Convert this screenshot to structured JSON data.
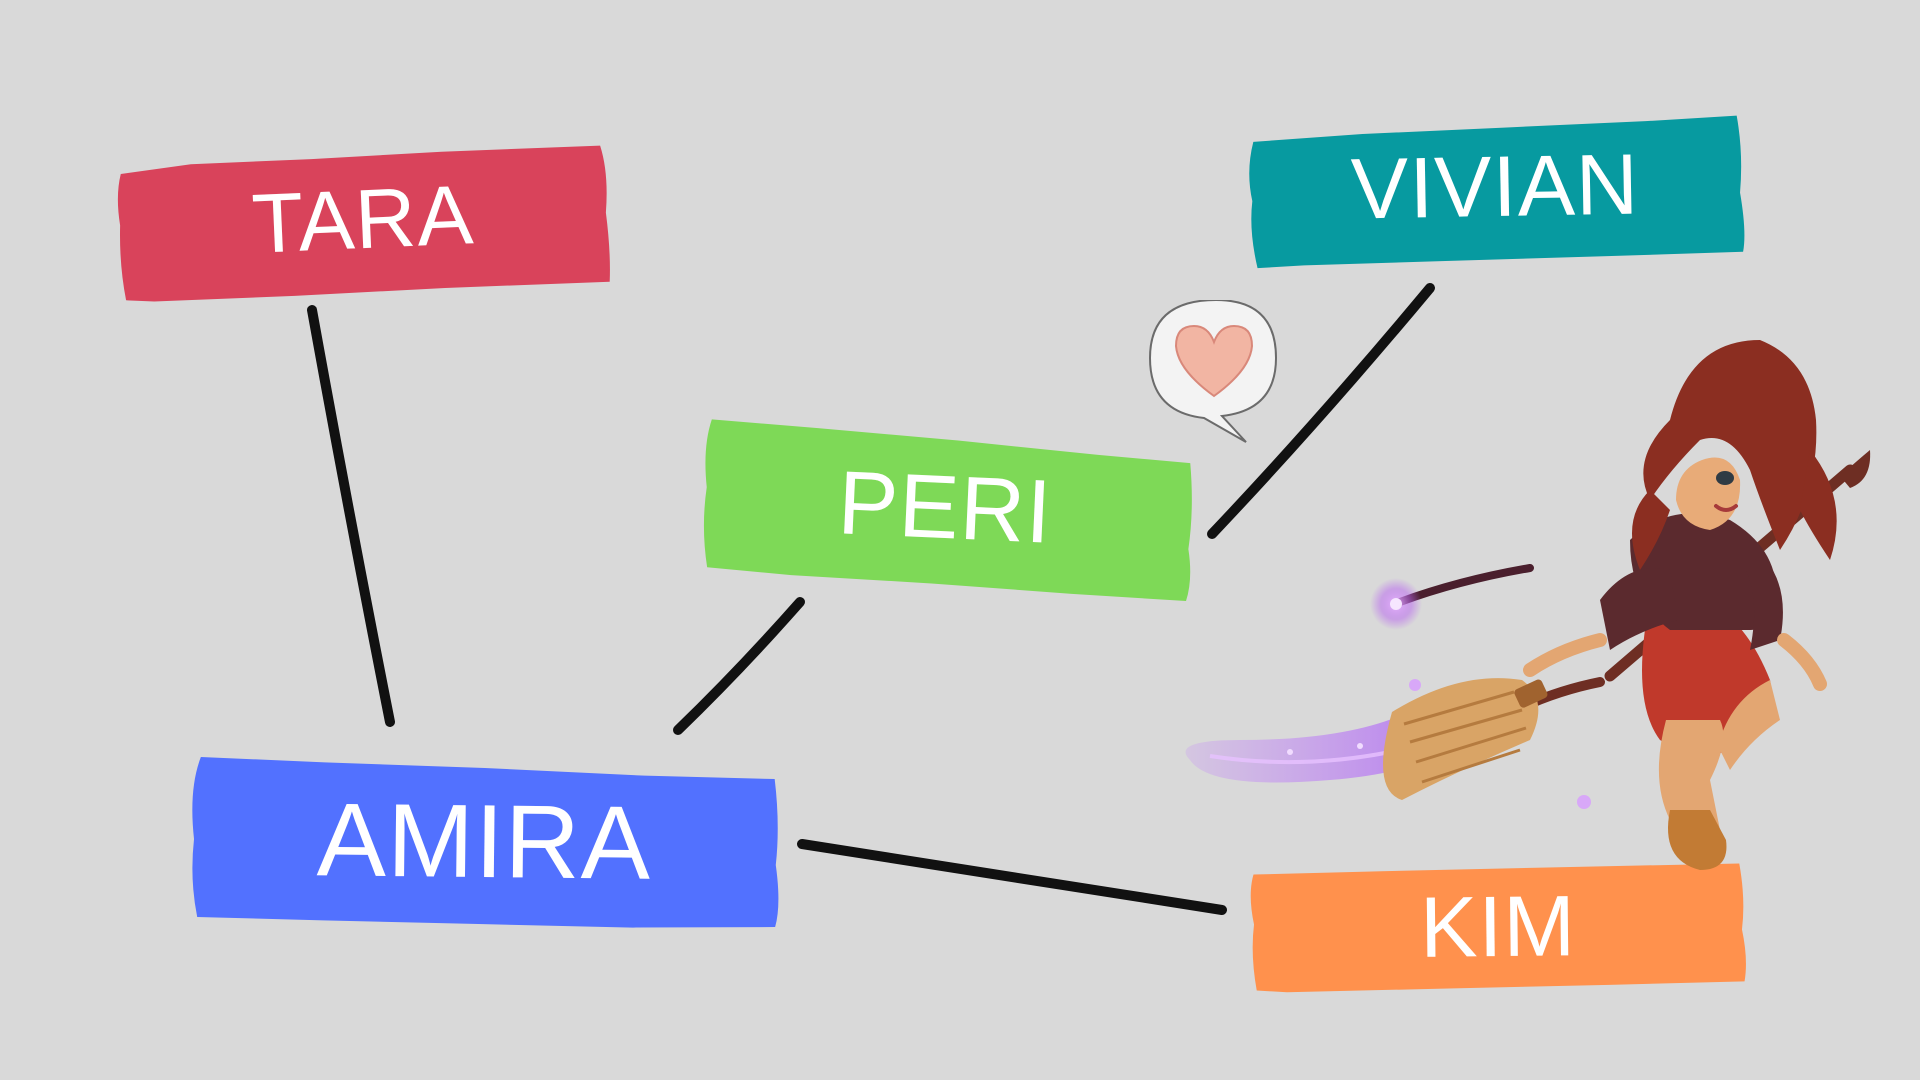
{
  "nodes": [
    {
      "id": "tara",
      "label": "TARA",
      "color": "#d9435b"
    },
    {
      "id": "vivian",
      "label": "VIVIAN",
      "color": "#079aa0"
    },
    {
      "id": "peri",
      "label": "PERI",
      "color": "#7ed957"
    },
    {
      "id": "amira",
      "label": "AMIRA",
      "color": "#5271ff"
    },
    {
      "id": "kim",
      "label": "KIM",
      "color": "#ff914d"
    }
  ],
  "edges": [
    {
      "from": "tara",
      "to": "amira"
    },
    {
      "from": "amira",
      "to": "peri"
    },
    {
      "from": "peri",
      "to": "vivian"
    },
    {
      "from": "amira",
      "to": "kim"
    }
  ],
  "illustration": {
    "subject": "witch-on-broomstick",
    "speech_bubble_icon": "heart-icon"
  }
}
